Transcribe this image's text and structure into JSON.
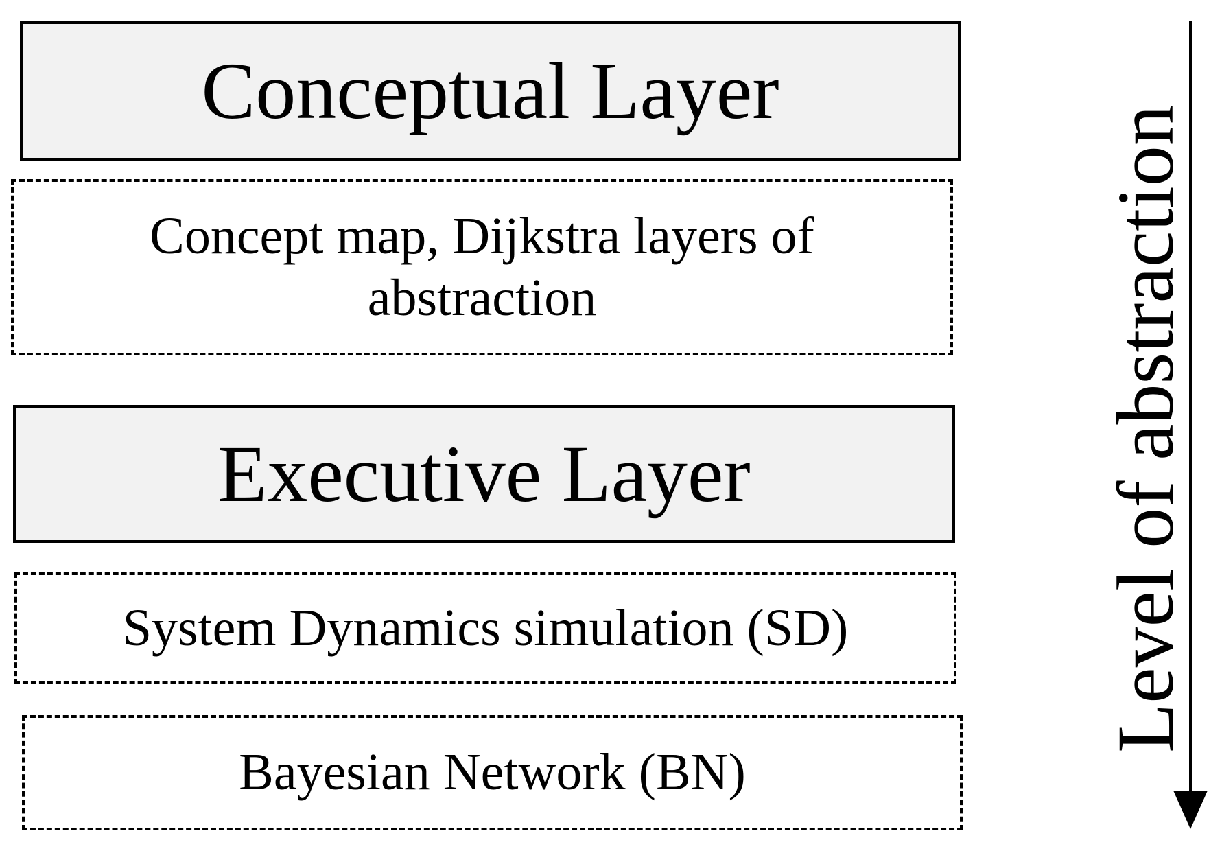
{
  "layers": {
    "conceptual": {
      "title": "Conceptual Layer",
      "detail": "Concept map, Dijkstra layers of abstraction"
    },
    "executive": {
      "title": "Executive Layer",
      "details": [
        "System Dynamics simulation (SD)",
        "Bayesian Network (BN)"
      ]
    }
  },
  "axis": {
    "label": "Level of abstraction",
    "direction": "down",
    "icon": "arrow-down-icon"
  },
  "colors": {
    "layer_fill": "#f2f2f2",
    "stroke": "#000000",
    "background": "#ffffff"
  }
}
